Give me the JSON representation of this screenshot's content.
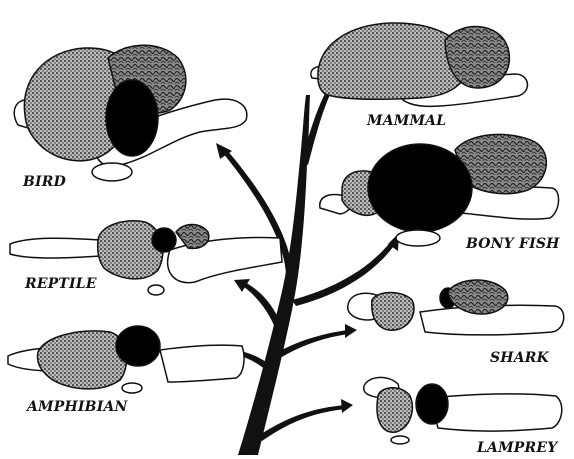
{
  "labels": {
    "bird": "BIRD",
    "mammal": "MAMMAL",
    "bony_fish": "BONY FISH",
    "reptile": "REPTILE",
    "shark": "SHARK",
    "amphibian": "AMPHIBIAN",
    "lamprey": "LAMPREY"
  },
  "colors": {
    "ink": "#111111",
    "midbrain": "#000000",
    "cerebrum": "#7a7a7a",
    "cerebellum": "#666666",
    "brainstem": "#ffffff"
  }
}
